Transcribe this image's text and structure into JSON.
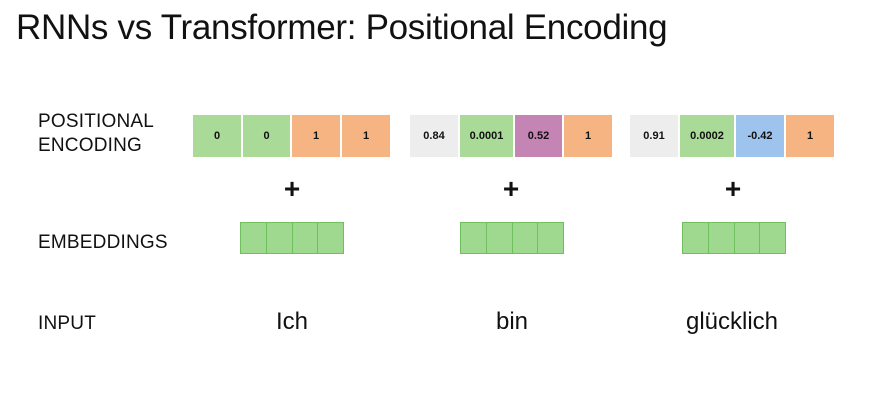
{
  "title": "RNNs vs Transformer:  Positional Encoding",
  "labels": {
    "positional_encoding": [
      "POSITIONAL",
      "ENCODING"
    ],
    "embeddings": "EMBEDDINGS",
    "input": "INPUT"
  },
  "plus_symbol": "+",
  "colors": {
    "green": "#a9da98",
    "orange": "#f6b482",
    "gray": "#ededed",
    "purple": "#c585b4",
    "blue": "#9ec3ed",
    "embedding_green": "#9fd88f"
  },
  "tokens": [
    {
      "word": "Ich",
      "encoding": [
        {
          "value": "0",
          "color": "green"
        },
        {
          "value": "0",
          "color": "green"
        },
        {
          "value": "1",
          "color": "orange"
        },
        {
          "value": "1",
          "color": "orange"
        }
      ]
    },
    {
      "word": "bin",
      "encoding": [
        {
          "value": "0.84",
          "color": "gray"
        },
        {
          "value": "0.0001",
          "color": "green"
        },
        {
          "value": "0.52",
          "color": "purple"
        },
        {
          "value": "1",
          "color": "orange"
        }
      ]
    },
    {
      "word": "glücklich",
      "encoding": [
        {
          "value": "0.91",
          "color": "gray"
        },
        {
          "value": "0.0002",
          "color": "green"
        },
        {
          "value": "-0.42",
          "color": "blue"
        },
        {
          "value": "1",
          "color": "orange"
        }
      ]
    }
  ]
}
